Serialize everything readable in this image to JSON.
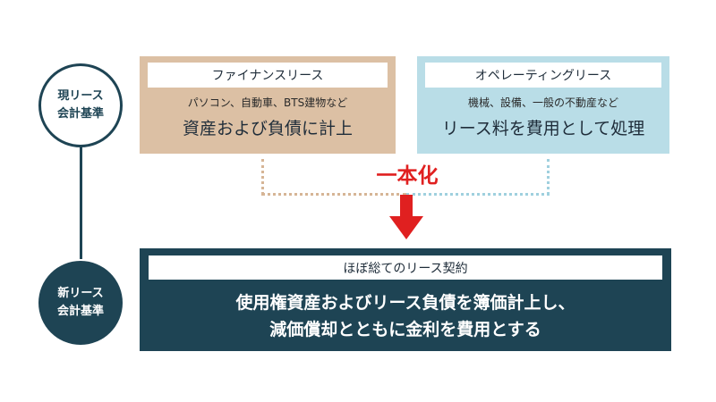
{
  "current_standard": {
    "label_line1": "現リース",
    "label_line2": "会計基準"
  },
  "new_standard": {
    "label_line1": "新リース",
    "label_line2": "会計基準"
  },
  "finance_lease": {
    "title": "ファイナンスリース",
    "examples": "パソコン、自動車、BTS建物など",
    "treatment": "資産および負債に計上"
  },
  "operating_lease": {
    "title": "オペレーティングリース",
    "examples": "機械、設備、一般の不動産など",
    "treatment": "リース料を費用として処理"
  },
  "merge": {
    "label": "一本化"
  },
  "new_lease": {
    "title": "ほぼ総てのリース契約",
    "treatment_line1": "使用権資産およびリース負債を簿価計上し、",
    "treatment_line2": "減価償却とともに金利を費用とする"
  },
  "colors": {
    "navy": "#1e4454",
    "finance_tan": "#dcc0a4",
    "operating_blue": "#b9dde7",
    "accent_red": "#e02020"
  }
}
